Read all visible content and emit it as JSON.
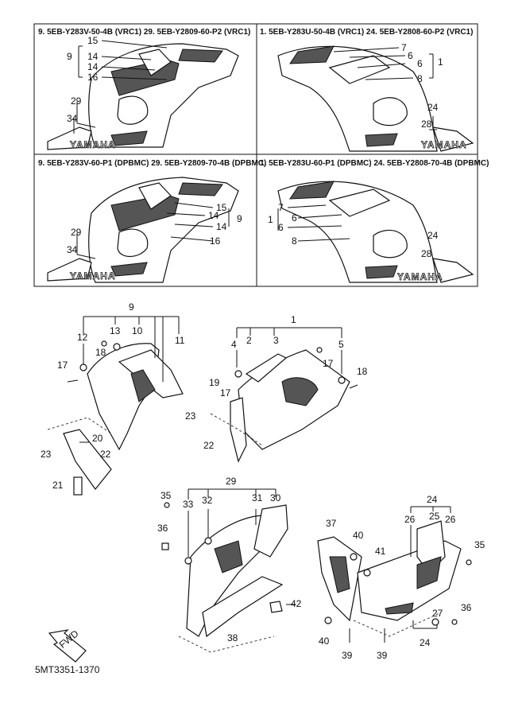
{
  "panels": [
    {
      "id": "vrc1-left",
      "header": "9. 5EB-Y283V-50-4B (VRC1)  29. 5EB-Y2809-60-P2 (VRC1)"
    },
    {
      "id": "vrc1-right",
      "header": "1. 5EB-Y283U-50-4B (VRC1)  24. 5EB-Y2808-60-P2 (VRC1)"
    },
    {
      "id": "dpbmc-left",
      "header": "9. 5EB-Y283V-60-P1 (DPBMC)  29. 5EB-Y2809-70-4B (DPBMC)"
    },
    {
      "id": "dpbmc-right",
      "header": "1. 5EB-Y283U-60-P1 (DPBMC)  24. 5EB-Y2808-70-4B (DPBMC)"
    }
  ],
  "logo_text": "YAMAHA",
  "fwd_label": "FWD",
  "drawing_code": "5MT3351-1370",
  "callouts": {
    "p1": [
      "15",
      "14",
      "14",
      "16",
      "9",
      "29",
      "34"
    ],
    "p2": [
      "7",
      "6",
      "6",
      "8",
      "1",
      "24",
      "28"
    ],
    "p3": [
      "15",
      "14",
      "14",
      "16",
      "9",
      "29",
      "34"
    ],
    "p4": [
      "7",
      "6",
      "6",
      "8",
      "1",
      "24",
      "28"
    ],
    "exploded": [
      "9",
      "12",
      "13",
      "10",
      "11",
      "18",
      "17",
      "20",
      "23",
      "22",
      "21",
      "1",
      "4",
      "2",
      "3",
      "5",
      "17",
      "18",
      "19",
      "17",
      "23",
      "22",
      "29",
      "35",
      "33",
      "32",
      "31",
      "30",
      "36",
      "42",
      "38",
      "24",
      "26",
      "25",
      "26",
      "37",
      "40",
      "41",
      "35",
      "36",
      "27",
      "40",
      "39",
      "39",
      "24"
    ]
  }
}
